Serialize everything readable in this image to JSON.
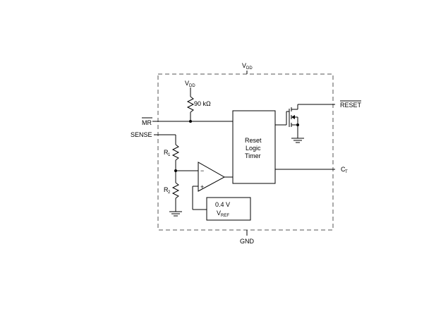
{
  "diagram": {
    "labels": {
      "vdd_top": "V",
      "vdd_top_sub": "DD",
      "vdd_res": "V",
      "vdd_res_sub": "DD",
      "res_pullup": "90 kΩ",
      "mr": "MR",
      "sense": "SENSE",
      "r1": "R",
      "r1_sub": "1",
      "r2": "R",
      "r2_sub": "2",
      "block_line1": "Reset",
      "block_line2": "Logic",
      "block_line3": "Timer",
      "reset": "RESET",
      "ct": "C",
      "ct_sub": "T",
      "vref_value": "0.4 V",
      "vref": "V",
      "vref_sub": "REF",
      "gnd": "GND",
      "comp_minus": "−",
      "comp_plus": "+"
    }
  }
}
